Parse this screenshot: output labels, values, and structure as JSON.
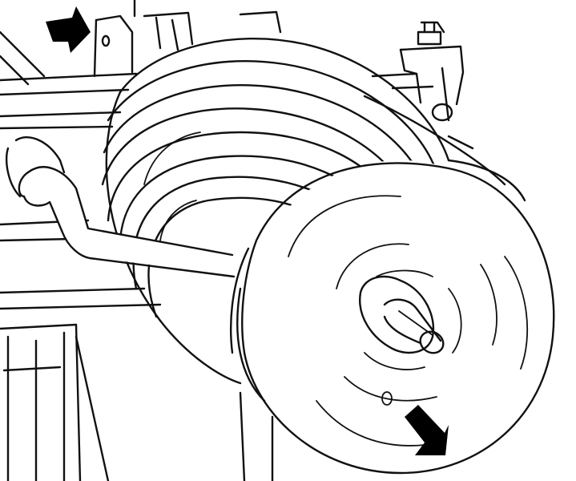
{
  "figure": {
    "subject": "drum-assembly-on-stand",
    "colors": {
      "ink": "#111111",
      "background": "#ffffff",
      "arrow": "#000000"
    },
    "icons": [
      "arrow-pointer-upper-left",
      "arrow-pointer-lower-right"
    ]
  }
}
